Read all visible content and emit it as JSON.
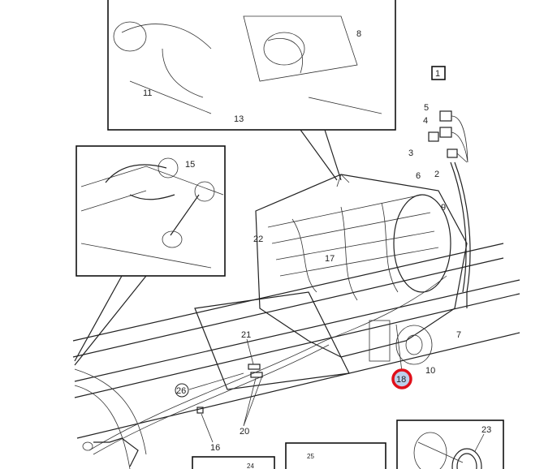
{
  "diagram": {
    "figure_number": "1",
    "callouts": {
      "c2": "2",
      "c3": "3",
      "c4": "4",
      "c5": "5",
      "c6": "6",
      "c7": "7",
      "c8": "8",
      "c9": "9",
      "c10": "10",
      "c11": "11",
      "c13": "13",
      "c15": "15",
      "c16": "16",
      "c17": "17",
      "c18": "18",
      "c20": "20",
      "c21": "21",
      "c22": "22",
      "c23": "23",
      "c24": "24",
      "c25": "25",
      "c26": "26"
    },
    "highlighted_callout": "18",
    "highlight_color": "#e0101a",
    "highlight_fill": "#bcd0ea"
  }
}
